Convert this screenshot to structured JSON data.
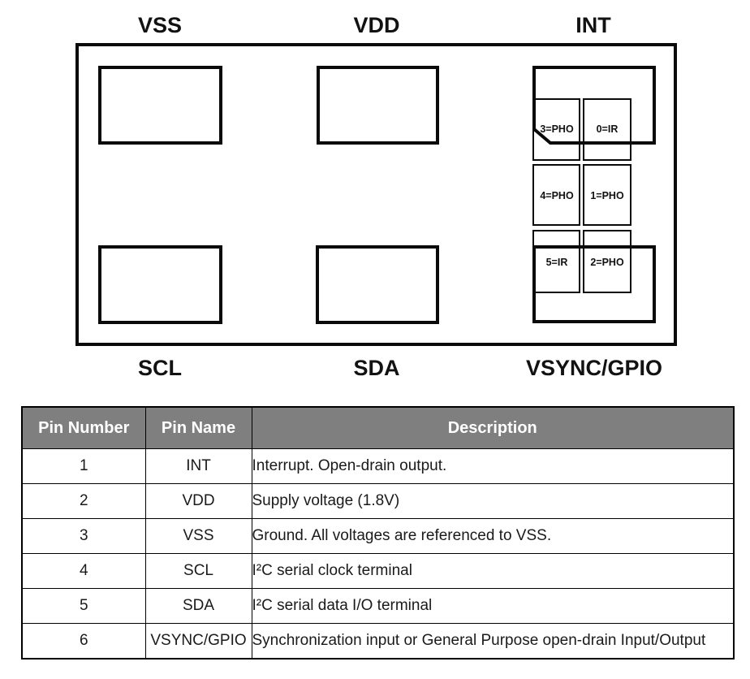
{
  "diagram": {
    "top_labels": [
      {
        "label": "VSS"
      },
      {
        "label": "VDD"
      },
      {
        "label": "INT"
      }
    ],
    "bottom_labels": [
      {
        "label": "SCL"
      },
      {
        "label": "SDA"
      },
      {
        "label": "VSYNC/GPIO"
      }
    ],
    "sensor_cells": [
      {
        "label": "3=PHO"
      },
      {
        "label": "0=IR"
      },
      {
        "label": "4=PHO"
      },
      {
        "label": "1=PHO"
      },
      {
        "label": "5=IR"
      },
      {
        "label": "2=PHO"
      }
    ]
  },
  "table": {
    "headers": {
      "pin_number": "Pin Number",
      "pin_name": "Pin Name",
      "description": "Description"
    },
    "rows": [
      {
        "number": "1",
        "name": "INT",
        "description": "Interrupt. Open-drain output."
      },
      {
        "number": "2",
        "name": "VDD",
        "description": "Supply voltage (1.8V)"
      },
      {
        "number": "3",
        "name": "VSS",
        "description": "Ground. All voltages are referenced to VSS."
      },
      {
        "number": "4",
        "name": "SCL",
        "description": "I²C serial clock terminal"
      },
      {
        "number": "5",
        "name": "SDA",
        "description": "I²C serial data I/O terminal"
      },
      {
        "number": "6",
        "name": "VSYNC/GPIO",
        "description": "Synchronization input or General Purpose open-drain Input/Output"
      }
    ]
  },
  "colors": {
    "line": "#000000",
    "header_bg": "#7f7f7f",
    "header_text": "#ffffff"
  }
}
